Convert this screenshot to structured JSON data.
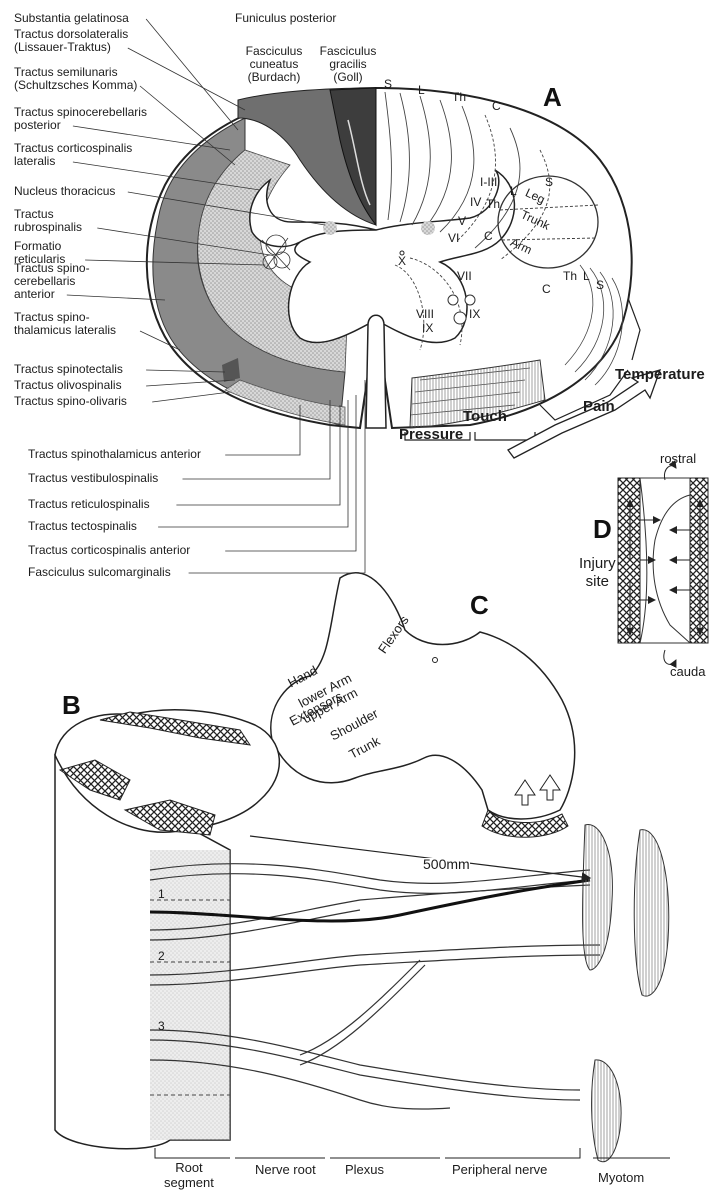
{
  "panels": {
    "a": "A",
    "b": "B",
    "c": "C",
    "d": "D"
  },
  "left_labels": [
    {
      "id": "substantia-gelatinosa",
      "lines": [
        "Substantia gelatinosa"
      ]
    },
    {
      "id": "tractus-dorsolateralis",
      "lines": [
        "Tractus dorsolateralis",
        "(Lissauer-Traktus)"
      ]
    },
    {
      "id": "tractus-semilunaris",
      "lines": [
        "Tractus semilunaris",
        "(Schultzsches Komma)"
      ]
    },
    {
      "id": "tractus-spinocerebellaris-posterior",
      "lines": [
        "Tractus spinocerebellaris",
        "posterior"
      ]
    },
    {
      "id": "tractus-corticospinalis-lateralis",
      "lines": [
        "Tractus corticospinalis",
        "lateralis"
      ]
    },
    {
      "id": "nucleus-thoracicus",
      "lines": [
        "Nucleus thoracicus"
      ]
    },
    {
      "id": "tractus-rubrospinalis",
      "lines": [
        "Tractus",
        "rubrospinalis"
      ]
    },
    {
      "id": "formatio-reticularis",
      "lines": [
        "Formatio",
        "reticularis"
      ]
    },
    {
      "id": "tractus-spinocerebellaris-anterior",
      "lines": [
        "Tractus spino-",
        "cerebellaris",
        "anterior"
      ]
    },
    {
      "id": "tractus-spinothalamicus-lateralis",
      "lines": [
        "Tractus spino-",
        "thalamicus lateralis"
      ]
    },
    {
      "id": "tractus-spinotectalis",
      "lines": [
        "Tractus spinotectalis"
      ]
    },
    {
      "id": "tractus-olivospinalis",
      "lines": [
        "Tractus olivospinalis"
      ]
    },
    {
      "id": "tractus-spino-olivaris",
      "lines": [
        "Tractus spino-olivaris"
      ]
    }
  ],
  "bottom_labels": [
    {
      "id": "tractus-spinothalamicus-anterior",
      "text": "Tractus spinothalamicus anterior"
    },
    {
      "id": "tractus-vestibulospinalis",
      "text": "Tractus vestibulospinalis"
    },
    {
      "id": "tractus-reticulospinalis",
      "text": "Tractus reticulospinalis"
    },
    {
      "id": "tractus-tectospinalis",
      "text": "Tractus tectospinalis"
    },
    {
      "id": "tractus-corticospinalis-anterior",
      "text": "Tractus corticospinalis anterior"
    },
    {
      "id": "fasciculus-sulcomarginalis",
      "text": "Fasciculus sulcomarginalis"
    }
  ],
  "top": {
    "funiculus_posterior": "Funiculus posterior",
    "cuneatus": [
      "Fasciculus",
      "cuneatus",
      "(Burdach)"
    ],
    "gracilis": [
      "Fasciculus",
      "gracilis",
      "(Goll)"
    ]
  },
  "cord_a": {
    "segments_top": [
      "S",
      "L",
      "Th",
      "C"
    ],
    "laminae": [
      "I-III",
      "IV",
      "V",
      "VI",
      "VII",
      "VIII",
      "IX",
      "IX",
      "X"
    ],
    "body_map": [
      "Leg",
      "Trunk",
      "Arm"
    ],
    "anterolateral_segments": [
      "C",
      "Th",
      "L",
      "S"
    ],
    "dorsal_segments": [
      "C",
      "Th",
      "L",
      "S"
    ],
    "temperature": "Temperature",
    "pain": "Pain",
    "pressure": "Pressure",
    "touch": "Touch"
  },
  "panel_d": {
    "rostral": "rostral",
    "injury": [
      "Injury",
      "site"
    ],
    "cauda": "cauda"
  },
  "panel_c": {
    "words": [
      "Hand",
      "lower Arm",
      "upper Arm",
      "Shoulder",
      "Trunk",
      "Extensors",
      "Flexors"
    ]
  },
  "panel_b": {
    "distance": "500mm",
    "segments": [
      "1",
      "2",
      "3"
    ],
    "bottom": [
      "Root\nsegment",
      "Nerve root",
      "Plexus",
      "Peripheral nerve",
      "Myotom"
    ]
  }
}
